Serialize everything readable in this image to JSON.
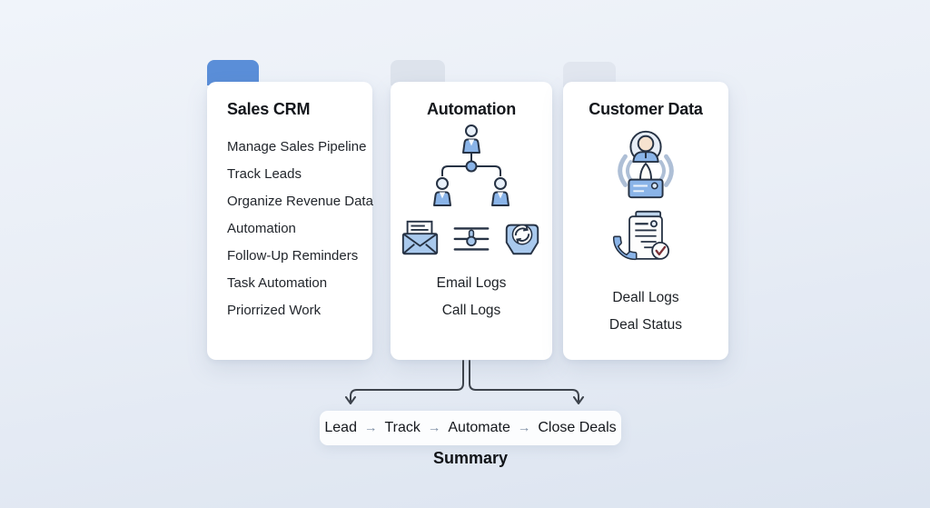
{
  "colors": {
    "background_top": "#f0f4fa",
    "background_bottom": "#dce4f0",
    "accent_blue_tab": "#5a8ed8",
    "muted_tab": "#dde3ec",
    "icon_fill_blue": "#8ab4e8",
    "icon_fill_light": "#a9c9ed",
    "icon_outline": "#263244",
    "connector_line": "#3d434c",
    "flow_arrow": "#7b8ca3",
    "check_mark": "#7c3138"
  },
  "cards": [
    {
      "id": "sales-crm",
      "title": "Sales CRM",
      "items": [
        "Manage Sales Pipeline",
        "Track Leads",
        "Organize Revenue Data",
        "Automation",
        "Follow-Up Reminders",
        "Task Automation",
        "Priorrized Work"
      ]
    },
    {
      "id": "automation",
      "title": "Automation",
      "icons": [
        "org-chart-icon",
        "email-icon",
        "sliders-icon",
        "sync-icon"
      ],
      "labels": [
        "Email Logs",
        "Call Logs"
      ]
    },
    {
      "id": "customer-data",
      "title": "Customer Data",
      "icons": [
        "support-agent-icon",
        "call-log-icon"
      ],
      "labels": [
        "Deall Logs",
        "Deal Status"
      ]
    }
  ],
  "flow": {
    "steps": [
      "Lead",
      "Track",
      "Automate",
      "Close Deals"
    ],
    "separator": "→"
  },
  "summary_label": "Summary"
}
